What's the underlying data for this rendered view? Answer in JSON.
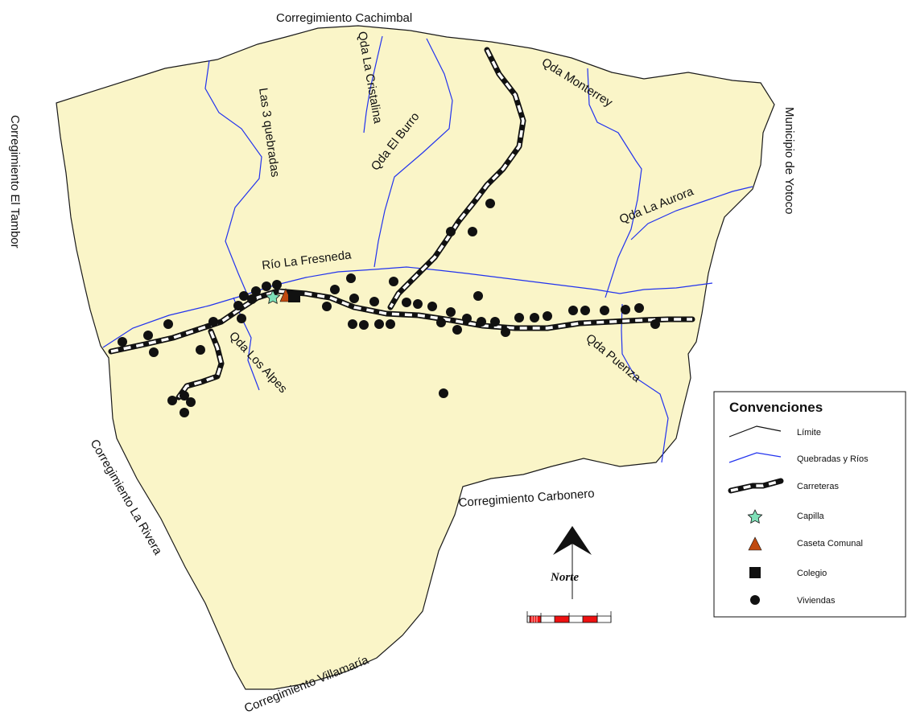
{
  "neighbors": {
    "north": "Corregimiento Cachimbal",
    "west": "Corregimiento El Tambor",
    "east": "Municipio de Yotoco",
    "southwest": "Corregimiento La Rivera",
    "south": "Corregimiento Villamaría",
    "southeast": "Corregimiento Carbonero"
  },
  "streams": {
    "cristalina": "Qda La Cristalina",
    "tres_quebradas": "Las 3 quebradas",
    "burro": "Qda El Burro",
    "monterrey": "Qda Monterrey",
    "aurora": "Qda La Aurora",
    "fresneda": "Río La Fresneda",
    "alpes": "Qda Los Alpes",
    "puenza": "Qda Puenza"
  },
  "north_label": "Norte",
  "legend": {
    "title": "Convenciones",
    "items": [
      {
        "label": "Límite",
        "icon": "boundary-line-icon"
      },
      {
        "label": "Quebradas y Ríos",
        "icon": "stream-line-icon"
      },
      {
        "label": "Carreteras",
        "icon": "road-line-icon"
      },
      {
        "label": "Capilla",
        "icon": "star-icon"
      },
      {
        "label": "Caseta Comunal",
        "icon": "triangle-icon"
      },
      {
        "label": "Colegio",
        "icon": "square-icon"
      },
      {
        "label": "Viviendas",
        "icon": "dot-icon"
      }
    ]
  },
  "colors": {
    "land": "#FAF5C8",
    "boundary": "#1a1a1a",
    "stream": "#2233ee",
    "capilla": "#7FE0B8",
    "caseta": "#C04A10",
    "colegio": "#111111",
    "vivienda": "#111111",
    "scale_red": "#ee1111"
  }
}
